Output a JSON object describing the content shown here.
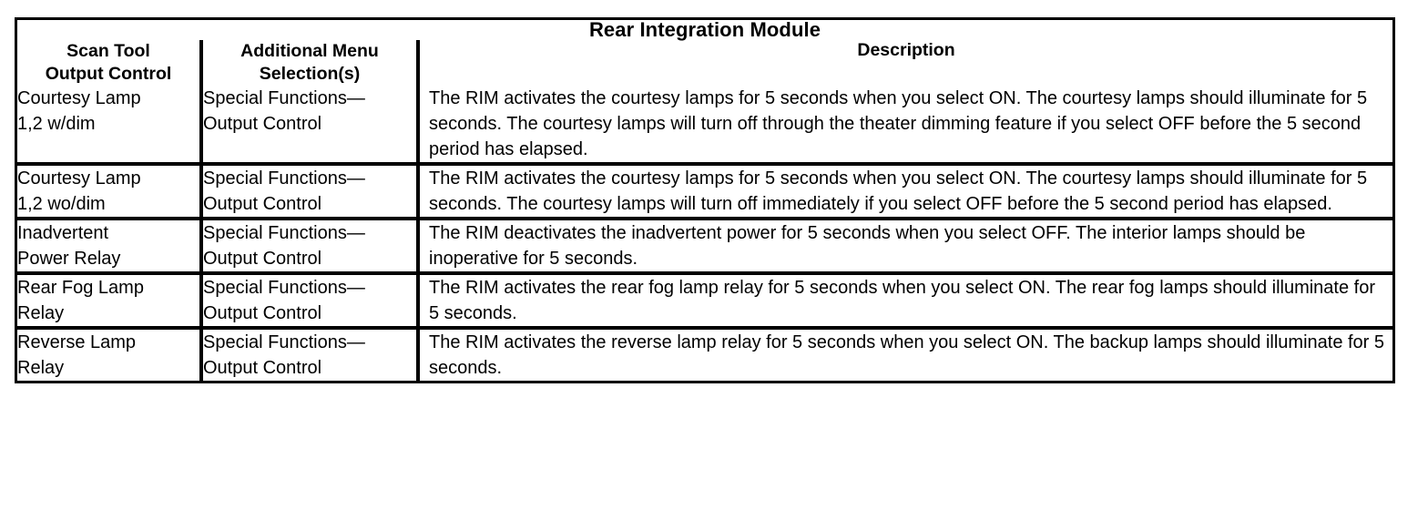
{
  "table": {
    "title": "Rear Integration Module",
    "columns": [
      {
        "id": "scan-tool-output-control",
        "label": "Scan Tool\nOutput Control"
      },
      {
        "id": "additional-menu-selections",
        "label": "Additional Menu\nSelection(s)"
      },
      {
        "id": "description",
        "label": "Description"
      }
    ],
    "rows": [
      {
        "control": "Courtesy Lamp\n1,2 w/dim",
        "menu": "Special Functions—\nOutput Control",
        "description": "The RIM activates the courtesy lamps for 5 seconds when you select ON. The courtesy lamps should illuminate for 5 seconds. The courtesy lamps will turn off through the theater dimming feature if you select OFF before the 5 second period has elapsed."
      },
      {
        "control": "Courtesy Lamp\n1,2 wo/dim",
        "menu": "Special Functions—\nOutput Control",
        "description": "The RIM activates the courtesy lamps for 5 seconds when you select ON. The courtesy lamps should illuminate for 5 seconds. The courtesy lamps will turn off immediately if you select OFF before the 5 second period has elapsed."
      },
      {
        "control": "Inadvertent\nPower Relay",
        "menu": "Special Functions—\nOutput Control",
        "description": "The RIM deactivates the inadvertent power for 5 seconds when you select OFF. The interior lamps should be inoperative for 5 seconds."
      },
      {
        "control": "Rear Fog Lamp\nRelay",
        "menu": "Special Functions—\nOutput Control",
        "description": "The RIM activates the rear fog lamp relay for 5 seconds when you select ON. The rear fog lamps should illuminate for 5 seconds."
      },
      {
        "control": "Reverse Lamp\nRelay",
        "menu": "Special Functions—\nOutput Control",
        "description": "The RIM activates the reverse lamp relay for 5 seconds when you select ON. The backup lamps should illuminate for 5 seconds."
      }
    ]
  },
  "style": {
    "border_color": "#000000",
    "background": "#ffffff",
    "text_color": "#000000"
  }
}
